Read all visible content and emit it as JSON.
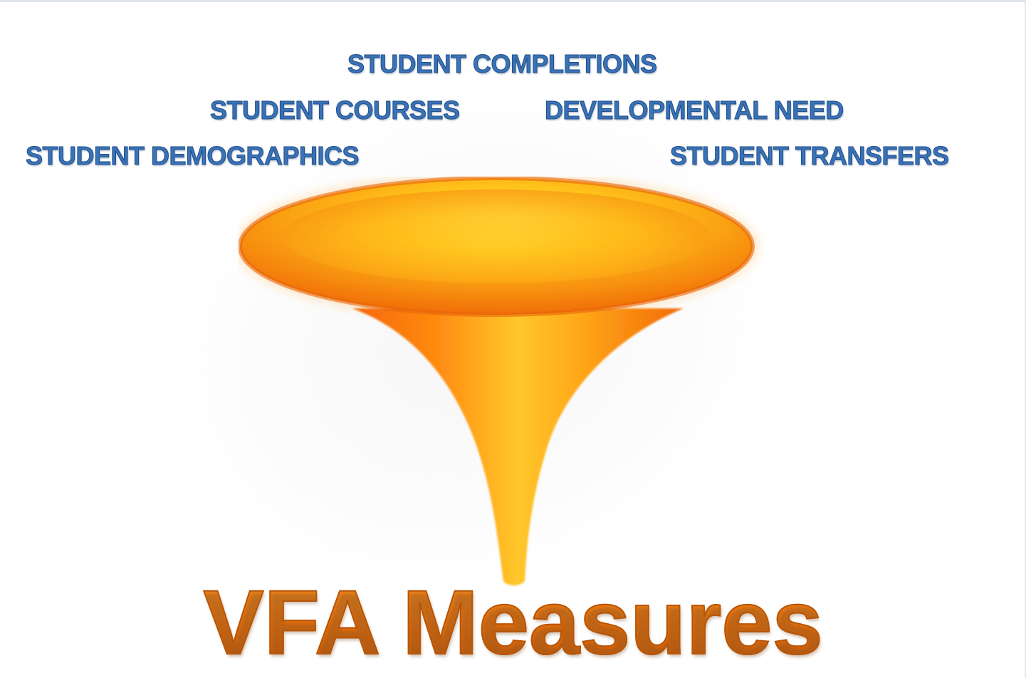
{
  "labels": {
    "completions": "STUDENT COMPLETIONS",
    "courses": "STUDENT COURSES",
    "developmental": "DEVELOPMENTAL NEED",
    "demographics": "STUDENT DEMOGRAPHICS",
    "transfers": "STUDENT TRANSFERS"
  },
  "title": "VFA Measures",
  "colors": {
    "label_blue": "#3a72b8",
    "title_orange": "#e46c0a",
    "funnel_yellow": "#ffd31a",
    "funnel_orange": "#f07010"
  },
  "icons": {
    "funnel": "funnel-icon"
  }
}
